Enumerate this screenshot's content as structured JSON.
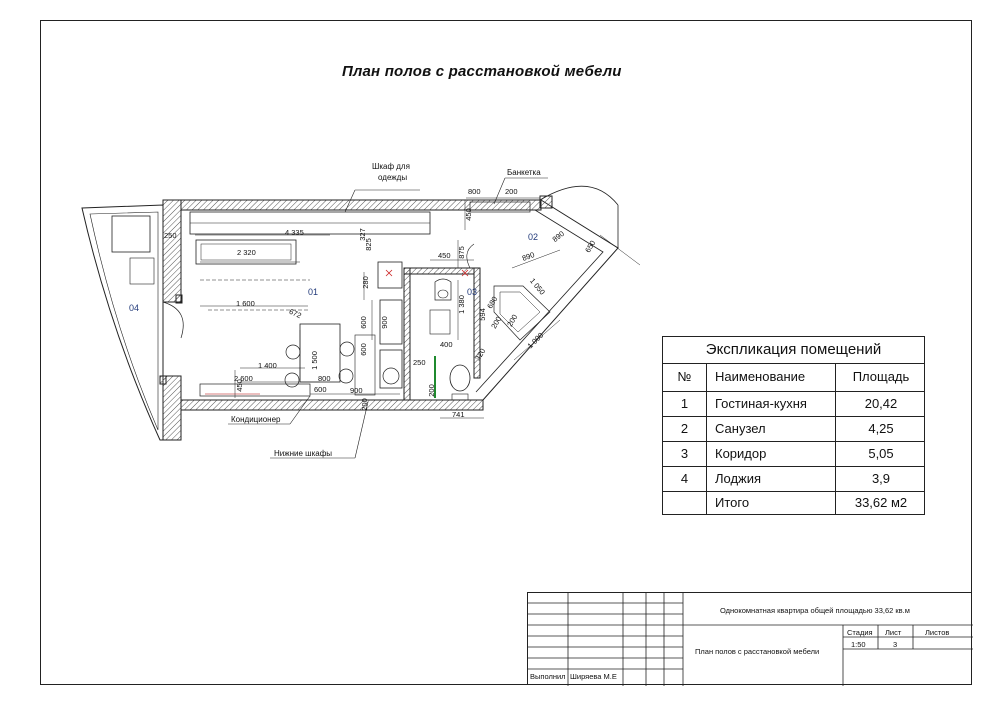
{
  "title": "План полов с расстановкой мебели",
  "labels": {
    "wardrobe": "Шкаф для одежды",
    "banketka": "Банкетка",
    "conditioner": "Кондиционер",
    "lower_cabinets": "Нижние шкафы"
  },
  "rooms": [
    "01",
    "02",
    "03",
    "04"
  ],
  "dimensions": [
    "800",
    "200",
    "450",
    "250",
    "4 335",
    "327",
    "825",
    "875",
    "2 320",
    "890",
    "890",
    "650",
    "450",
    "1 050",
    "280",
    "680",
    "1 600",
    "672",
    "600",
    "900",
    "600",
    "1 380",
    "594",
    "200",
    "200",
    "400",
    "320",
    "1 000",
    "250",
    "1 400",
    "1 500",
    "800",
    "2 600",
    "450",
    "600",
    "900",
    "200",
    "200",
    "741"
  ],
  "explication": {
    "caption": "Экспликация помещений",
    "headers": [
      "№",
      "Наименование",
      "Площадь"
    ],
    "rows": [
      {
        "n": "1",
        "name": "Гостиная-кухня",
        "area": "20,42"
      },
      {
        "n": "2",
        "name": "Санузел",
        "area": "4,25"
      },
      {
        "n": "3",
        "name": "Коридор",
        "area": "5,05"
      },
      {
        "n": "4",
        "name": "Лоджия",
        "area": "3,9"
      }
    ],
    "total": {
      "name": "Итого",
      "area": "33,62 м2"
    }
  },
  "stamp": {
    "project": "Однокомнатная квартира общей площадью 33,62 кв.м",
    "sheet_title": "План полов с расстановкой мебели",
    "stage_label": "Стадия",
    "sheet_label": "Лист",
    "sheets_label": "Листов",
    "scale": "1:50",
    "sheet_no": "3",
    "author_role": "Выполнил",
    "author_name": "Ширяева М.Е"
  },
  "colors": {
    "ink": "#111111",
    "room_number": "#223a7a",
    "hatch": "#555555",
    "accent_red": "#cc2222",
    "accent_green": "#1f8a2e"
  }
}
